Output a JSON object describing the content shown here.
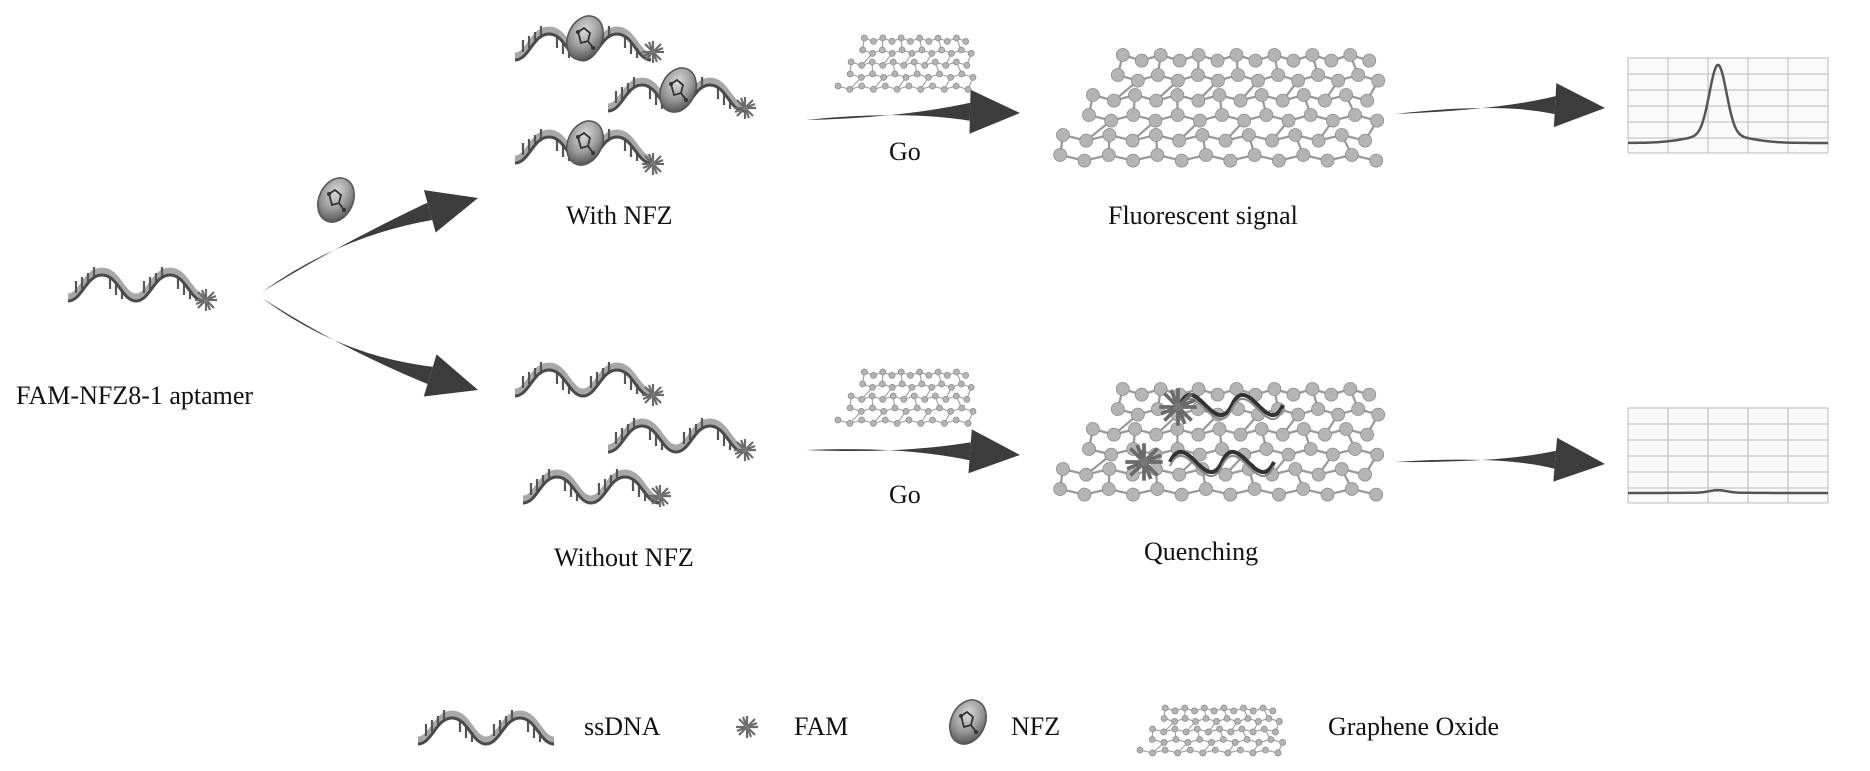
{
  "labels": {
    "aptamer": "FAM-NFZ8-1 aptamer",
    "with_nfz": "With NFZ",
    "without_nfz": "Without NFZ",
    "go_top": "Go",
    "go_bottom": "Go",
    "fluorescent": "Fluorescent signal",
    "quenching": "Quenching"
  },
  "legend": [
    {
      "label": "ssDNA"
    },
    {
      "label": "FAM"
    },
    {
      "label": "NFZ"
    },
    {
      "label": "Graphene Oxide"
    }
  ],
  "colors": {
    "arrow": "#3c3c3c",
    "dna_front": "#4a4a4a",
    "dna_back": "#a8a8a8",
    "fam": "#6b6b6b",
    "nfz": "#8a8a8a",
    "graphene_node": "#b4b4b4",
    "graphene_bond": "#9a9a9a",
    "spectrum_grid": "#bbbbbb",
    "spectrum_line": "#555555"
  },
  "spectra": [
    {
      "name": "with-nfz-spectrum",
      "peak": 0.82
    },
    {
      "name": "without-nfz-spectrum",
      "peak": 0.03
    }
  ]
}
